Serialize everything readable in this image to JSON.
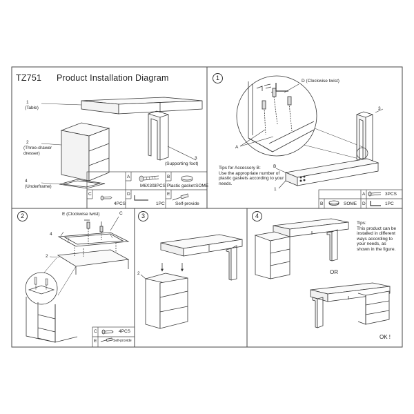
{
  "header": {
    "model": "TZ751",
    "title": "Product Installation Diagram"
  },
  "overview": {
    "part1_num": "1",
    "part1_name": "(Table)",
    "part2_num": "2",
    "part2_name": "(Three-drawer dresser)",
    "part3_num": "3",
    "part3_name": "(Supporting foot)",
    "part4_num": "4",
    "part4_name": "(Underframe)"
  },
  "parts_box": {
    "a_letter": "A",
    "a_label": "M6X30",
    "a_qty": "3PCS",
    "b_letter": "B",
    "b_label": "Plastic gasket",
    "b_qty": "SOME",
    "c_letter": "C",
    "c_qty": "4PCS",
    "d_letter": "D",
    "d_qty": "1PC",
    "e_letter": "E",
    "e_label": "Self-provide"
  },
  "step1": {
    "number": "1",
    "d_label": "D (Clockwise twist)",
    "a_label": "A",
    "part3": "3",
    "part1": "1",
    "part_b": "B",
    "tips": "Tips for Accessory B:\nUse the appropriate number of plastic gaskets according to your needs.",
    "legend_a_letter": "A",
    "legend_a_qty": "3PCS",
    "legend_b_letter": "B",
    "legend_b_qty": "SOME",
    "legend_d_letter": "D",
    "legend_d_qty": "1PC"
  },
  "step2": {
    "number": "2",
    "e_label": "E (Clockwise twist)",
    "c_label": "C",
    "part4": "4",
    "part2": "2",
    "legend_c_letter": "C",
    "legend_c_qty": "4PCS",
    "legend_e_letter": "E",
    "legend_e_label": "Self-provide"
  },
  "step3": {
    "number": "3",
    "part2": "2"
  },
  "step4": {
    "number": "4",
    "tips": "Tips:\nThis product can be installed in different ways according to your needs, as shown in the figure.",
    "or_label": "OR",
    "ok_label": "OK !"
  }
}
